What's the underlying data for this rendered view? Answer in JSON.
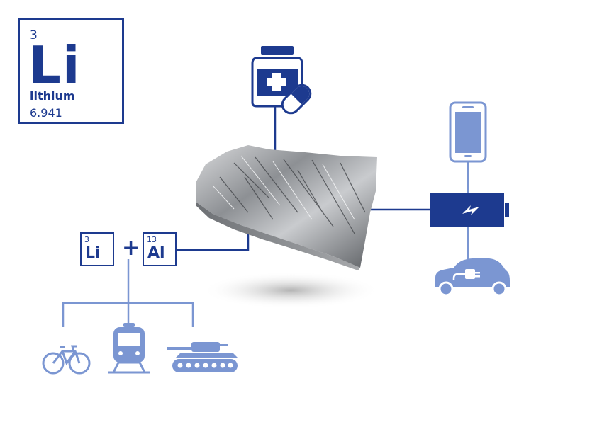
{
  "element": {
    "number": "3",
    "symbol": "Li",
    "name": "lithium",
    "mass": "6.941"
  },
  "alloy": {
    "first": {
      "number": "3",
      "symbol": "Li"
    },
    "operator": "+",
    "second": {
      "number": "13",
      "symbol": "Al"
    }
  },
  "icons": {
    "medicine": "medicine-bottle-and-pill",
    "smartphone": "smartphone",
    "battery": "battery-charging",
    "electric_car": "electric-car",
    "bicycle": "bicycle",
    "train": "train",
    "tank": "tank",
    "metal": "lithium-metal-chunk"
  },
  "colors": {
    "dark_blue": "#1d3a8f",
    "light_blue": "#7b96d2"
  }
}
